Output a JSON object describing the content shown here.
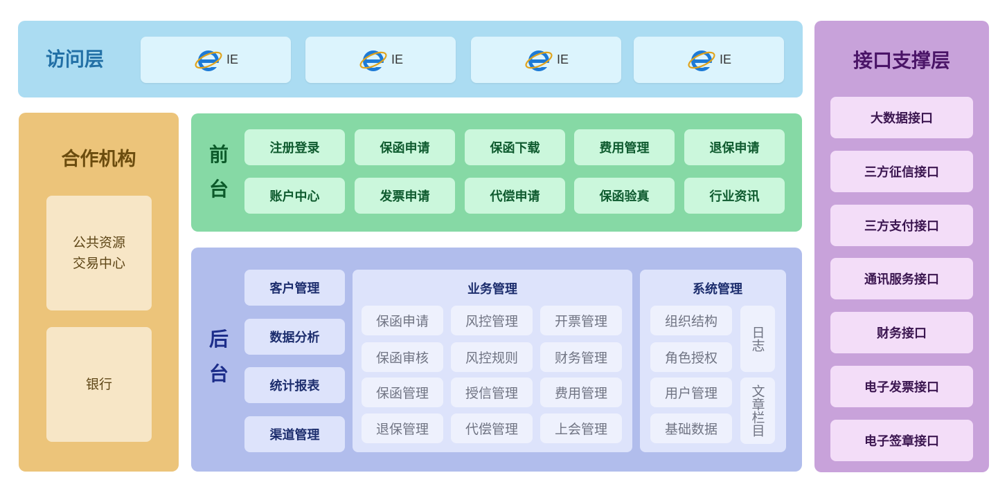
{
  "access": {
    "title": "访问层",
    "browsers": [
      {
        "icon": "ie-icon",
        "label": "IE"
      },
      {
        "icon": "ie-icon",
        "label": "IE"
      },
      {
        "icon": "ie-icon",
        "label": "IE"
      },
      {
        "icon": "ie-icon",
        "label": "IE"
      }
    ]
  },
  "partner": {
    "title": "合作机构",
    "items": [
      {
        "line1": "公共资源",
        "line2": "交易中心"
      },
      {
        "line1": "银行",
        "line2": ""
      }
    ]
  },
  "front": {
    "title_top": "前",
    "title_bottom": "台",
    "row1": [
      "注册登录",
      "保函申请",
      "保函下载",
      "费用管理",
      "退保申请"
    ],
    "row2": [
      "账户中心",
      "发票申请",
      "代偿申请",
      "保函验真",
      "行业资讯"
    ]
  },
  "back": {
    "title_top": "后",
    "title_bottom": "台",
    "left_items": [
      "客户管理",
      "数据分析",
      "统计报表",
      "渠道管理"
    ],
    "business": {
      "title": "业务管理",
      "rows": [
        [
          "保函申请",
          "风控管理",
          "开票管理"
        ],
        [
          "保函审核",
          "风控规则",
          "财务管理"
        ],
        [
          "保函管理",
          "授信管理",
          "费用管理"
        ],
        [
          "退保管理",
          "代偿管理",
          "上会管理"
        ]
      ]
    },
    "system": {
      "title": "系统管理",
      "items": [
        "组织结构",
        "角色授权",
        "用户管理",
        "基础数据"
      ],
      "vertical": [
        "日志",
        "文章栏目"
      ]
    }
  },
  "interface": {
    "title": "接口支撑层",
    "items": [
      "大数据接口",
      "三方征信接口",
      "三方支付接口",
      "通讯服务接口",
      "财务接口",
      "电子发票接口",
      "电子签章接口"
    ]
  },
  "colors": {
    "access_bg": "#abdcf2",
    "partner_bg": "#ecc47a",
    "front_bg": "#86d9a5",
    "back_bg": "#b1bdec",
    "interface_bg": "#c8a2da",
    "ie_blue": "#1d6fc4"
  }
}
